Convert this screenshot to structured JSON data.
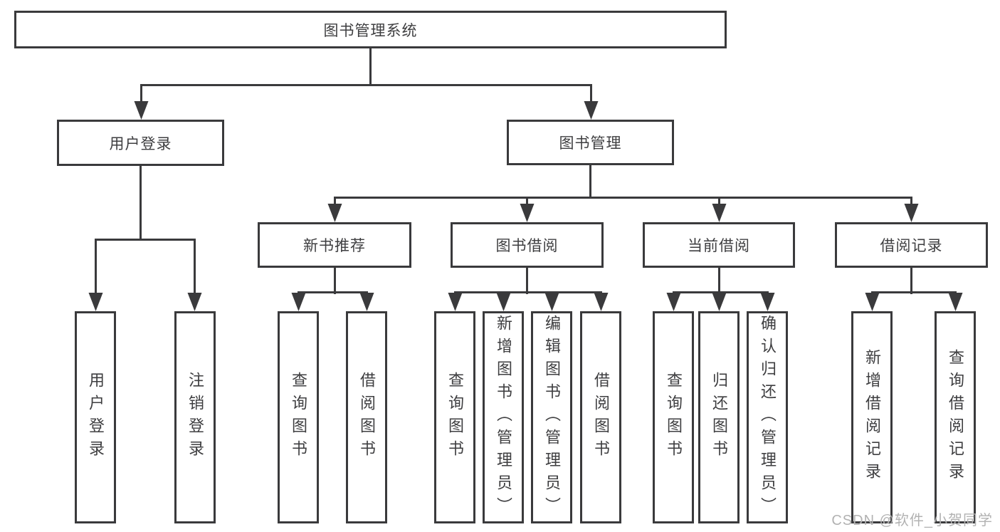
{
  "diagram": {
    "root": {
      "label": "图书管理系统"
    },
    "level2": [
      {
        "label": "用户登录"
      },
      {
        "label": "图书管理"
      }
    ],
    "level3": [
      {
        "label": "新书推荐"
      },
      {
        "label": "图书借阅"
      },
      {
        "label": "当前借阅"
      },
      {
        "label": "借阅记录"
      }
    ],
    "leaves": [
      {
        "label": "用户登录"
      },
      {
        "label": "注销登录"
      },
      {
        "label": "查询图书"
      },
      {
        "label": "借阅图书"
      },
      {
        "label": "查询图书"
      },
      {
        "label": "新增图书（管理员）"
      },
      {
        "label": "编辑图书（管理员）"
      },
      {
        "label": "借阅图书"
      },
      {
        "label": "查询图书"
      },
      {
        "label": "归还图书"
      },
      {
        "label": "确认归还（管理员）"
      },
      {
        "label": "新增借阅记录"
      },
      {
        "label": "查询借阅记录"
      }
    ],
    "colors": {
      "line": "#3a3a3c",
      "text": "#3e3e40",
      "background": "#ffffff",
      "watermark": "#b2b2b2"
    }
  },
  "watermark": {
    "text": "CSDN @软件_小贺同学"
  }
}
